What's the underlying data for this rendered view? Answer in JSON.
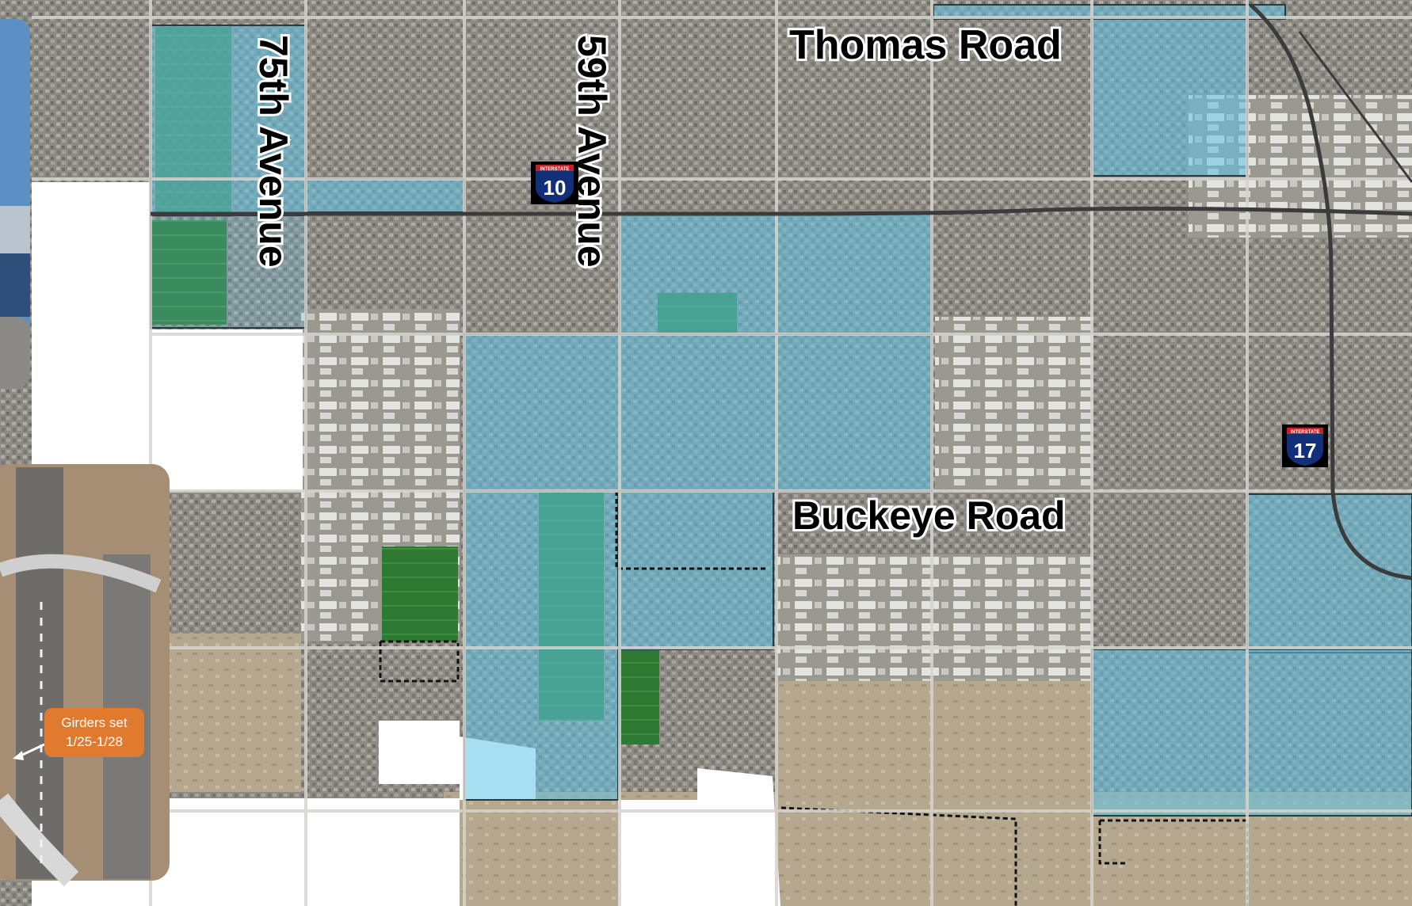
{
  "roads": {
    "thomas": "Thomas Road",
    "buckeye": "Buckeye Road",
    "ave75": "75th Avenue",
    "ave59": "59th Avenue"
  },
  "shields": {
    "i10": {
      "top": "INTERSTATE",
      "number": "10"
    },
    "i17": {
      "top": "INTERSTATE",
      "number": "17"
    }
  },
  "callout": {
    "line1": "Girders set",
    "line2": "1/25-1/28"
  },
  "colors": {
    "zone_fill": "#5fc3e6",
    "field_green": "#2f7d2f",
    "urban": "#8a8780",
    "desert": "#b9aa92",
    "callout": "#e07a2e",
    "shield_blue": "#12307a",
    "shield_red": "#c8202a"
  }
}
